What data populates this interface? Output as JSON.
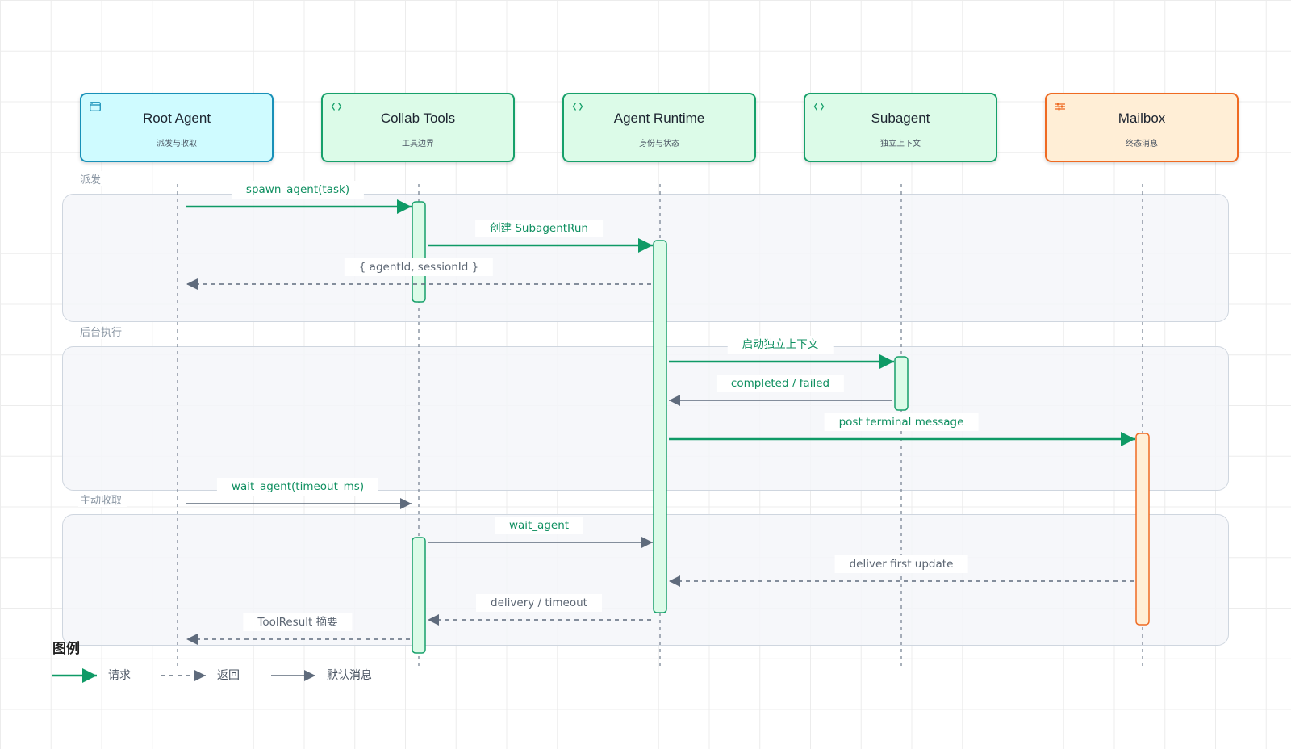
{
  "actors": [
    {
      "id": "root",
      "title": "Root Agent",
      "subtitle": "派发与收取",
      "icon": "window-icon",
      "color": "#1890b8"
    },
    {
      "id": "collab",
      "title": "Collab Tools",
      "subtitle": "工具边界",
      "icon": "code-icon",
      "color": "#16a06a"
    },
    {
      "id": "runtime",
      "title": "Agent Runtime",
      "subtitle": "身份与状态",
      "icon": "code-icon",
      "color": "#16a06a"
    },
    {
      "id": "sub",
      "title": "Subagent",
      "subtitle": "独立上下文",
      "icon": "code-icon",
      "color": "#16a06a"
    },
    {
      "id": "mailbox",
      "title": "Mailbox",
      "subtitle": "终态消息",
      "icon": "sliders-icon",
      "color": "#ef6a22"
    }
  ],
  "groups": [
    {
      "label": "派发"
    },
    {
      "label": "后台执行"
    },
    {
      "label": "主动收取"
    }
  ],
  "messages": [
    {
      "from": "root",
      "to": "collab",
      "label": "spawn_agent(task)",
      "kind": "request"
    },
    {
      "from": "collab",
      "to": "runtime",
      "label": "创建 SubagentRun",
      "kind": "request"
    },
    {
      "from": "runtime",
      "to": "root",
      "label": "{ agentId, sessionId }",
      "kind": "return"
    },
    {
      "from": "runtime",
      "to": "sub",
      "label": "启动独立上下文",
      "kind": "request"
    },
    {
      "from": "sub",
      "to": "runtime",
      "label": "completed / failed",
      "kind": "default"
    },
    {
      "from": "runtime",
      "to": "mailbox",
      "label": "post terminal message",
      "kind": "request"
    },
    {
      "from": "root",
      "to": "collab",
      "label": "wait_agent(timeout_ms)",
      "kind": "default"
    },
    {
      "from": "collab",
      "to": "runtime",
      "label": "wait_agent",
      "kind": "default"
    },
    {
      "from": "mailbox",
      "to": "runtime",
      "label": "deliver first update",
      "kind": "return"
    },
    {
      "from": "runtime",
      "to": "collab",
      "label": "delivery / timeout",
      "kind": "return"
    },
    {
      "from": "collab",
      "to": "root",
      "label": "ToolResult 摘要",
      "kind": "return"
    }
  ],
  "legend": {
    "title": "图例",
    "request": "请求",
    "return": "返回",
    "default": "默认消息"
  },
  "colors": {
    "request": "#0f9a66",
    "default": "#5f6b7c",
    "return": "#5f6b7c"
  }
}
